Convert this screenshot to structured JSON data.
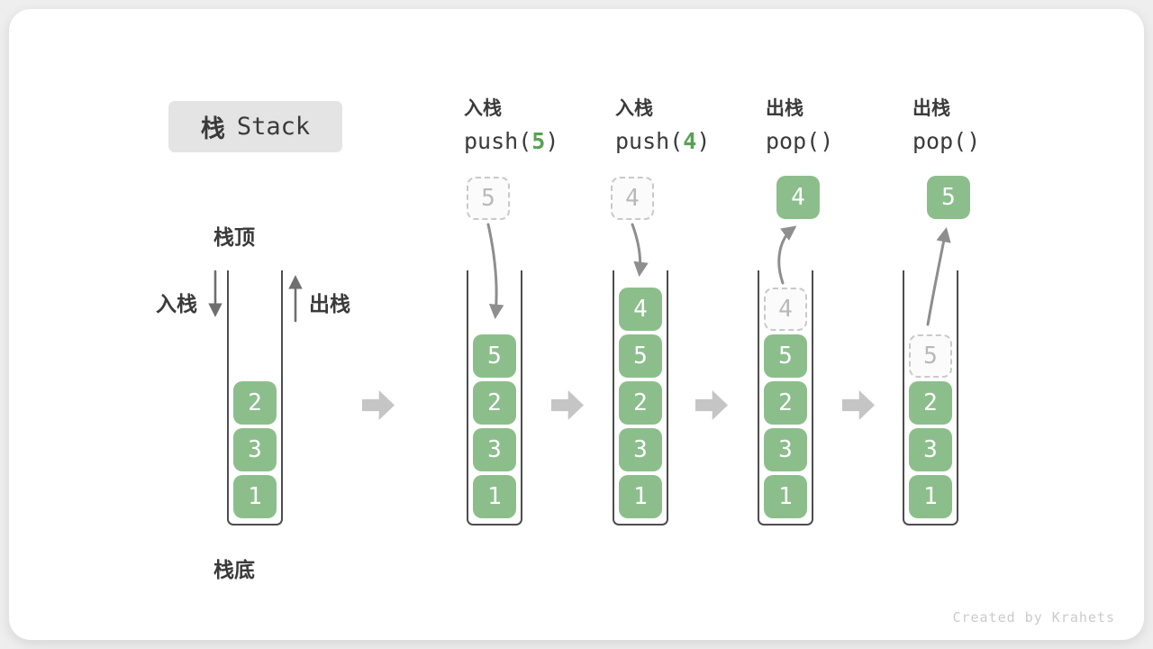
{
  "title": {
    "cn": "栈",
    "en": "Stack"
  },
  "watermark": "Created by Krahets",
  "labels": {
    "stack_top": "栈顶",
    "stack_bottom": "栈底",
    "push_side": "入栈",
    "pop_side": "出栈"
  },
  "operations": [
    {
      "name_cn": "入栈",
      "code_pre": "push(",
      "code_arg": "5",
      "code_post": ")"
    },
    {
      "name_cn": "入栈",
      "code_pre": "push(",
      "code_arg": "4",
      "code_post": ")"
    },
    {
      "name_cn": "出栈",
      "code_pre": "pop(",
      "code_arg": "",
      "code_post": ")"
    },
    {
      "name_cn": "出栈",
      "code_pre": "pop(",
      "code_arg": "",
      "code_post": ")"
    }
  ],
  "floating": [
    {
      "value": "5",
      "style": "ghost"
    },
    {
      "value": "4",
      "style": "ghost"
    },
    {
      "value": "4",
      "style": "solid"
    },
    {
      "value": "5",
      "style": "solid"
    }
  ],
  "stacks": [
    {
      "cells": [
        {
          "value": "2",
          "style": "solid"
        },
        {
          "value": "3",
          "style": "solid"
        },
        {
          "value": "1",
          "style": "solid"
        }
      ]
    },
    {
      "cells": [
        {
          "value": "5",
          "style": "solid"
        },
        {
          "value": "2",
          "style": "solid"
        },
        {
          "value": "3",
          "style": "solid"
        },
        {
          "value": "1",
          "style": "solid"
        }
      ]
    },
    {
      "cells": [
        {
          "value": "4",
          "style": "solid"
        },
        {
          "value": "5",
          "style": "solid"
        },
        {
          "value": "2",
          "style": "solid"
        },
        {
          "value": "3",
          "style": "solid"
        },
        {
          "value": "1",
          "style": "solid"
        }
      ]
    },
    {
      "cells": [
        {
          "value": "4",
          "style": "ghost"
        },
        {
          "value": "5",
          "style": "solid"
        },
        {
          "value": "2",
          "style": "solid"
        },
        {
          "value": "3",
          "style": "solid"
        },
        {
          "value": "1",
          "style": "solid"
        }
      ]
    },
    {
      "cells": [
        {
          "value": "5",
          "style": "ghost"
        },
        {
          "value": "2",
          "style": "solid"
        },
        {
          "value": "3",
          "style": "solid"
        },
        {
          "value": "1",
          "style": "solid"
        }
      ]
    }
  ],
  "colors": {
    "cell_green": "#8CBE8C",
    "code_arg_green": "#57A253",
    "text_dark": "#3A3A3A",
    "block_arrow_gray": "#C5C5C5",
    "curve_arrow_gray": "#8E8E8E",
    "ghost_border": "#C9C9C9",
    "ghost_text": "#B9B9B9",
    "title_bg": "#E4E4E4",
    "watermark_gray": "#CBCBCB"
  }
}
